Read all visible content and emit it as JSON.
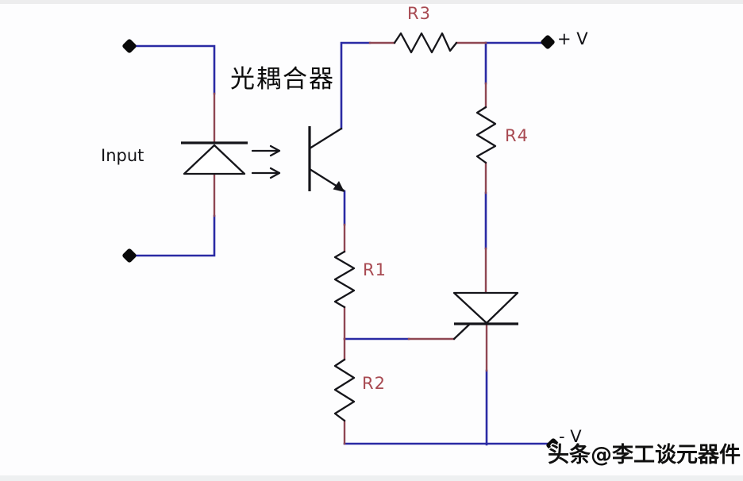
{
  "diagram": {
    "type": "circuit-schematic",
    "subject": "optocoupler driving an SCR output stage",
    "labels": {
      "input": "Input",
      "optocoupler": "光耦合器",
      "r1": "R1",
      "r2": "R2",
      "r3": "R3",
      "r4": "R4",
      "v_plus": "+ V",
      "v_minus": "- V"
    },
    "components": [
      {
        "name": "input-terminal-top",
        "type": "terminal"
      },
      {
        "name": "input-terminal-bottom",
        "type": "terminal"
      },
      {
        "name": "led",
        "type": "light-emitting-diode"
      },
      {
        "name": "light-coupling",
        "type": "two-arrow-light-indicator"
      },
      {
        "name": "phototransistor",
        "type": "npn-phototransistor"
      },
      {
        "name": "R1",
        "type": "resistor"
      },
      {
        "name": "R2",
        "type": "resistor"
      },
      {
        "name": "R3",
        "type": "resistor"
      },
      {
        "name": "R4",
        "type": "resistor"
      },
      {
        "name": "scr",
        "type": "thyristor"
      },
      {
        "name": "v-plus-terminal",
        "type": "supply-terminal"
      },
      {
        "name": "v-minus-terminal",
        "type": "supply-terminal"
      }
    ],
    "watermark": "头条@李工谈元器件"
  },
  "colors": {
    "background": "#fdfdfe",
    "wire_blue": "#2a2aa4",
    "wire_red": "#8f4753",
    "symbol_black": "#15151a",
    "label_red": "#a84a52",
    "terminal_black": "#0a0a0a",
    "watermark_black": "#101010",
    "watermark_outline": "#ffffff"
  }
}
